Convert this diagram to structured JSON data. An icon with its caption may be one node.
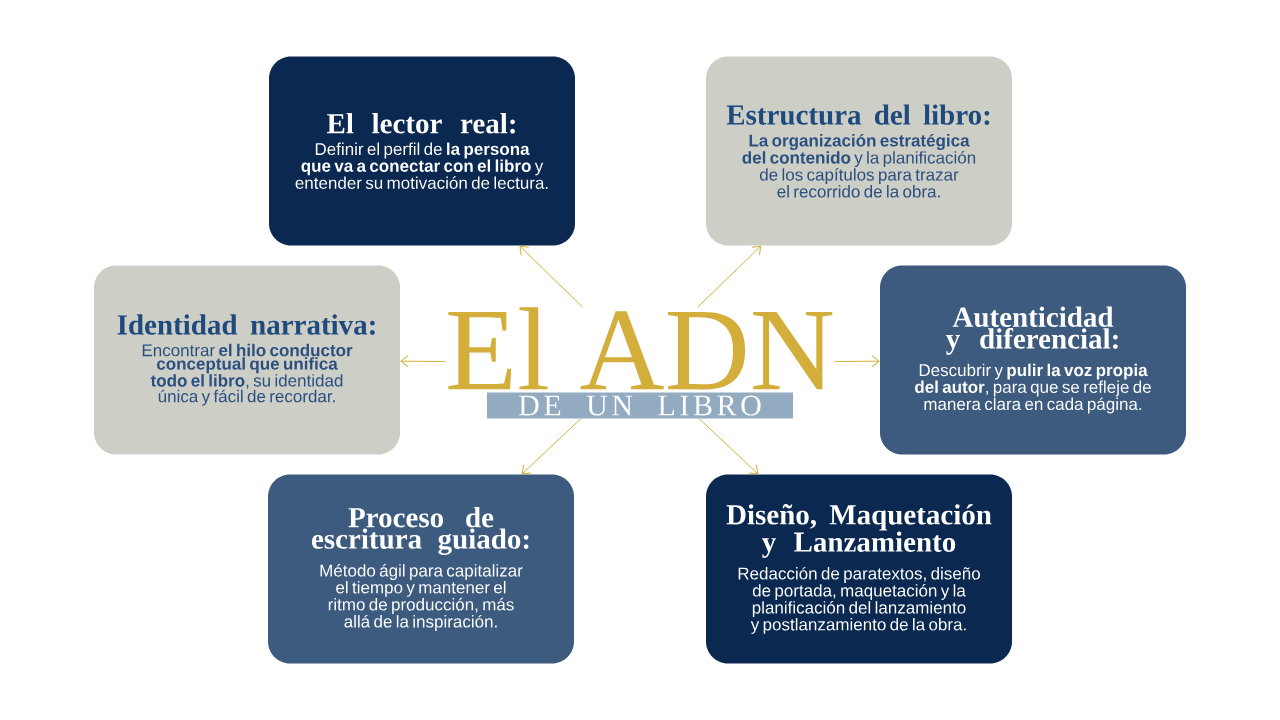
{
  "diagram": {
    "nodes": [
      {
        "text": [
          "El ADN",
          "DE UN LIBRO"
        ]
      },
      {
        "text": [
          "El lector real:",
          "Definir el perfil de **la persona que va a conectar con el libro** y entender su motivación de lectura."
        ]
      },
      {
        "text": [
          "Estructura del libro:",
          "**La organización estratégica del contenido** y la planificación de los capítulos para trazar el recorrido de la obra."
        ]
      },
      {
        "text": [
          "Identidad narrativa:",
          "Encontrar **el hilo conductor conceptual que unifica todo el libro**, su identidad única y fácil de recordar."
        ]
      },
      {
        "text": [
          "Autenticidad y diferencial:",
          "Descubrir y **pulir la voz propia del autor**, para que se refleje de manera clara en cada página."
        ]
      },
      {
        "text": [
          "Proceso de escritura guiado:",
          "Método ágil para capitalizar el tiempo y mantener el ritmo de producción, más allá de la inspiración."
        ]
      },
      {
        "text": [
          "Diseño, Maquetación y Lanzamiento",
          "Redacción de paratextos, diseño de portada, maquetación y la planificación del lanzamiento y postlanzamiento de la obra."
        ]
      }
    ],
    "edges": [
      {
        "from": 0,
        "to": 1,
        "arrow": "to"
      },
      {
        "from": 0,
        "to": 2,
        "arrow": "to"
      },
      {
        "from": 0,
        "to": 3,
        "arrow": "to"
      },
      {
        "from": 0,
        "to": 4,
        "arrow": "to"
      },
      {
        "from": 0,
        "to": 5,
        "arrow": "to"
      },
      {
        "from": 0,
        "to": 6,
        "arrow": "to"
      }
    ]
  }
}
